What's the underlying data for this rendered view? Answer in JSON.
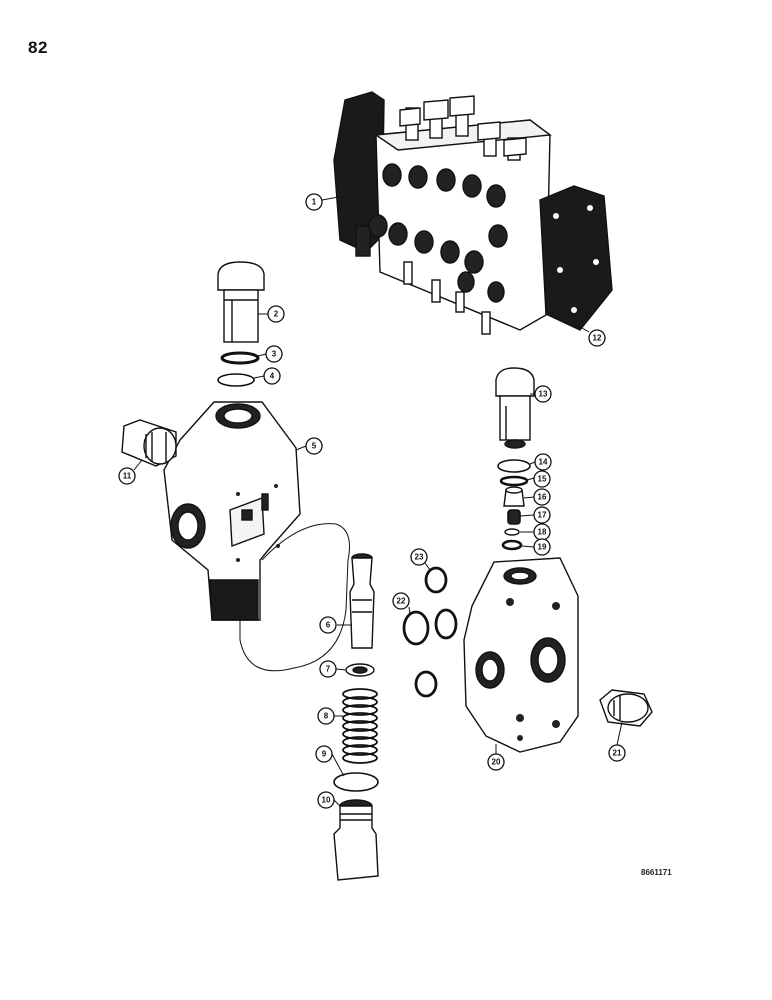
{
  "page": {
    "number": "82",
    "drawing_code": "8661171"
  },
  "callouts": [
    "1",
    "2",
    "3",
    "4",
    "5",
    "6",
    "7",
    "8",
    "9",
    "10",
    "11",
    "12",
    "13",
    "14",
    "15",
    "16",
    "17",
    "18",
    "19",
    "20",
    "21",
    "22",
    "23"
  ],
  "colors": {
    "ink": "#111111",
    "paper": "#ffffff",
    "mid": "#555555"
  }
}
